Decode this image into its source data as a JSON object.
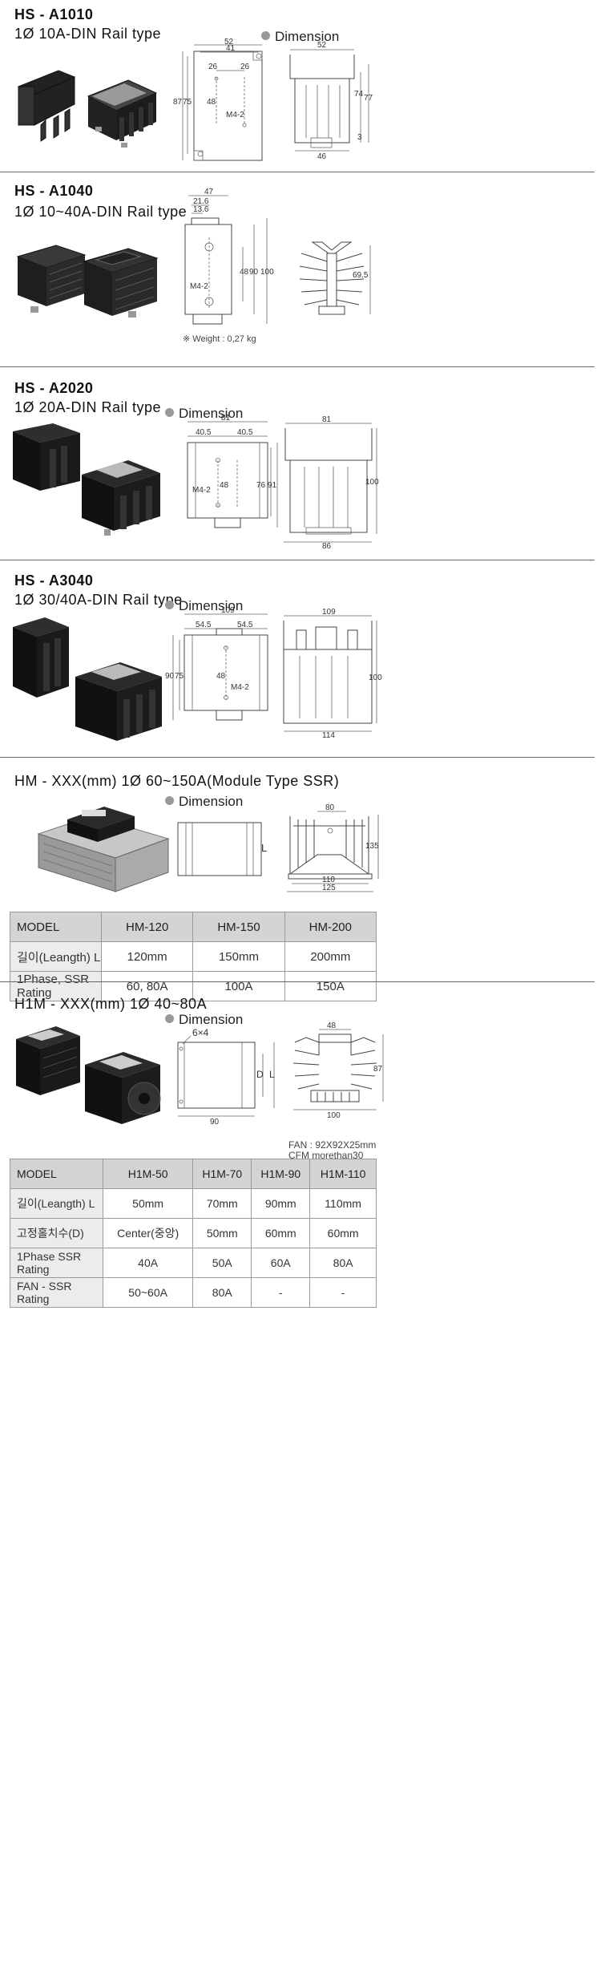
{
  "dimension_label": "Dimension",
  "sections": [
    {
      "title": "HS - A1010",
      "subtitle": "1Ø 10A-DIN Rail type",
      "dims": {
        "d52": "52",
        "d41": "41",
        "d26a": "26",
        "d26b": "26",
        "d48": "48",
        "m4": "M4-2",
        "d87": "87",
        "d75": "75",
        "s52": "52",
        "s74": "74",
        "s77": "77",
        "s3": "3",
        "s46": "46"
      }
    },
    {
      "title": "HS - A1040",
      "subtitle": "1Ø 10~40A-DIN Rail type",
      "dims": {
        "d47": "47",
        "d21": "21.6",
        "d13": "13.6",
        "m4": "M4-2",
        "d48": "48",
        "d90": "90",
        "d100": "100",
        "s69": "69.5"
      },
      "weight": "※ Weight : 0,27 kg"
    },
    {
      "title": "HS - A2020",
      "subtitle": "1Ø 20A-DIN Rail type",
      "dims": {
        "d81": "81",
        "d405a": "40.5",
        "d405b": "40.5",
        "d48": "48",
        "m4": "M4-2",
        "d76": "76",
        "d91": "91",
        "s81": "81",
        "s100": "100",
        "s86": "86"
      }
    },
    {
      "title": "HS - A3040",
      "subtitle": "1Ø 30/40A-DIN Rail type",
      "dims": {
        "d109": "109",
        "d545a": "54.5",
        "d545b": "54.5",
        "d90": "90",
        "d75": "75",
        "d48": "48",
        "m4": "M4-2",
        "s109": "109",
        "s100": "100",
        "s114": "114"
      }
    },
    {
      "title": "HM - XXX(mm)  1Ø 60~150A(Module Type SSR)",
      "dims": {
        "L": "L",
        "s80": "80",
        "s135": "135",
        "s110": "110",
        "s125": "125"
      }
    },
    {
      "title": "H1M - XXX(mm)  1Ø 40~80A",
      "dims": {
        "holes": "6×4",
        "D": "D",
        "L": "L",
        "d90": "90",
        "s48": "48",
        "s87": "87",
        "s100": "100"
      },
      "fan_note": [
        "FAN : 92X92X25mm",
        "CFM   morethan30"
      ]
    }
  ],
  "hm_table": {
    "header": [
      "MODEL",
      "HM-120",
      "HM-150",
      "HM-200"
    ],
    "rows": [
      [
        "길이(Leangth) L",
        "120mm",
        "150mm",
        "200mm"
      ],
      [
        "1Phase, SSR Rating",
        "60, 80A",
        "100A",
        "150A"
      ]
    ]
  },
  "h1m_table": {
    "header": [
      "MODEL",
      "H1M-50",
      "H1M-70",
      "H1M-90",
      "H1M-110"
    ],
    "rows": [
      [
        "길이(Leangth) L",
        "50mm",
        "70mm",
        "90mm",
        "110mm"
      ],
      [
        "고정홀치수(D)",
        "Center(중앙)",
        "50mm",
        "60mm",
        "60mm"
      ],
      [
        "1Phase SSR Rating",
        "40A",
        "50A",
        "60A",
        "80A"
      ],
      [
        "FAN - SSR Rating",
        "50~60A",
        "80A",
        "-",
        "-"
      ]
    ]
  }
}
